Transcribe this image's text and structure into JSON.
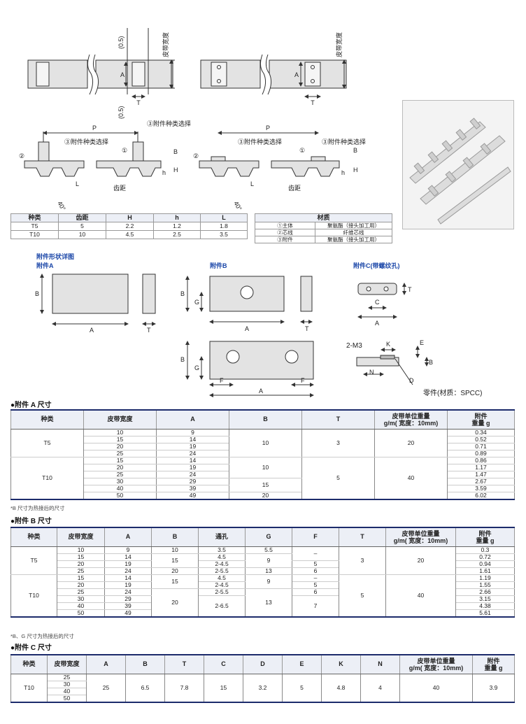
{
  "diagrams": {
    "top_labels": {
      "dim_05": "(0.5)",
      "dim_a": "A",
      "dim_t": "T",
      "belt_width": "皮带宽度"
    },
    "side_labels": {
      "p": "P",
      "callout1": "①",
      "callout2": "②",
      "callout3": "③附件种类选择",
      "b": "B",
      "h_upper": "H",
      "h_lower": "h",
      "l": "L",
      "pitch": "齿距",
      "angle": "40°"
    }
  },
  "spec_table": {
    "headers": [
      "种类",
      "齿距",
      "H",
      "h",
      "L"
    ],
    "rows": [
      [
        "T5",
        "5",
        "2.2",
        "1.2",
        "1.8"
      ],
      [
        "T10",
        "10",
        "4.5",
        "2.5",
        "3.5"
      ]
    ]
  },
  "material_table": {
    "header": "材质",
    "rows": [
      [
        "①主体",
        "聚氨酯（接头加工用）"
      ],
      [
        "②芯线",
        "纤维芯线"
      ],
      [
        "③附件",
        "聚氨酯（接头加工用）"
      ]
    ]
  },
  "attachment_shapes": {
    "heading": "附件形状详图",
    "a_title": "附件A",
    "b_title": "附件B",
    "c_title": "附件C(带螺纹孔)",
    "thread": "2-M3",
    "part_note": "零件(材质：SPCC)",
    "dims": {
      "a": "A",
      "b": "B",
      "t": "T",
      "g": "G",
      "f": "F",
      "c": "C",
      "k": "K",
      "e": "E",
      "n": "N",
      "d": "D"
    }
  },
  "table_a": {
    "title": "●附件 A 尺寸",
    "headers": [
      "种类",
      "皮带宽度",
      "A",
      "B",
      "T",
      "皮带单位重量\ng/m( 宽度：10mm)",
      "附件\n重量 g"
    ],
    "t5": {
      "type": "T5",
      "widths": [
        "10",
        "15",
        "20",
        "25"
      ],
      "a": [
        "9",
        "14",
        "19",
        "24"
      ],
      "b": "10",
      "t": "3",
      "weight": "20",
      "att": [
        "0.34",
        "0.52",
        "0.71",
        "0.89"
      ]
    },
    "t10": {
      "type": "T10",
      "widths": [
        "15",
        "20",
        "25",
        "30",
        "40",
        "50"
      ],
      "a": [
        "14",
        "19",
        "24",
        "29",
        "39",
        "49"
      ],
      "b1": "10",
      "b2": "15",
      "b3": "20",
      "t": "5",
      "weight": "40",
      "att": [
        "0.86",
        "1.17",
        "1.47",
        "2.67",
        "3.59",
        "6.02"
      ]
    },
    "note": "*B 尺寸为热接后的尺寸"
  },
  "table_b": {
    "title": "●附件 B 尺寸",
    "headers": [
      "种类",
      "皮带宽度",
      "A",
      "B",
      "通孔",
      "G",
      "F",
      "T",
      "皮带单位重量\ng/m( 宽度：10mm)",
      "附件\n重量 g"
    ],
    "t5": {
      "type": "T5",
      "widths": [
        "10",
        "15",
        "20",
        "25"
      ],
      "a": [
        "9",
        "14",
        "19",
        "24"
      ],
      "b": [
        "10",
        "15",
        "20"
      ],
      "hole": [
        "3.5",
        "4.5",
        "2-4.5",
        "2-5.5"
      ],
      "g": [
        "5.5",
        "9",
        "13"
      ],
      "f": [
        "–",
        "5",
        "6"
      ],
      "t": "3",
      "weight": "20",
      "att": [
        "0.3",
        "0.72",
        "0.94",
        "1.61"
      ]
    },
    "t10": {
      "type": "T10",
      "widths": [
        "15",
        "20",
        "25",
        "30",
        "40",
        "50"
      ],
      "a": [
        "14",
        "19",
        "24",
        "29",
        "39",
        "49"
      ],
      "b": [
        "15",
        "20"
      ],
      "hole": [
        "4.5",
        "2-4.5",
        "2-5.5",
        "2-6.5"
      ],
      "g": [
        "9",
        "13"
      ],
      "f": [
        "–",
        "5",
        "6",
        "7"
      ],
      "t": "5",
      "weight": "40",
      "att": [
        "1.19",
        "1.55",
        "2.66",
        "3.15",
        "4.38",
        "5.61"
      ]
    },
    "note": "*B、G 尺寸为热接后的尺寸"
  },
  "table_c": {
    "title": "●附件 C 尺寸",
    "headers": [
      "种类",
      "皮带宽度",
      "A",
      "B",
      "T",
      "C",
      "D",
      "E",
      "K",
      "N",
      "皮带单位重量\ng/m( 宽度：10mm)",
      "附件\n重量 g"
    ],
    "type": "T10",
    "widths": [
      "25",
      "30",
      "40",
      "50"
    ],
    "values": [
      "25",
      "6.5",
      "7.8",
      "15",
      "3.2",
      "5",
      "4.8",
      "4",
      "40",
      "3.9"
    ]
  }
}
